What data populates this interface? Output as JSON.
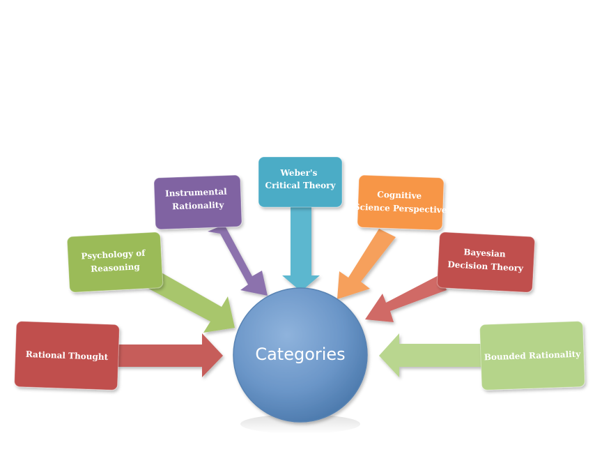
{
  "hub": {
    "label": "Categories",
    "color": "#5f8dc0"
  },
  "nodes": [
    {
      "id": "rational-thought",
      "lines": [
        "Rational Thought"
      ],
      "color": "#c0504d",
      "arrow_color": "#c65d5a"
    },
    {
      "id": "psychology-of-reasoning",
      "lines": [
        "Psychology of",
        "Reasoning"
      ],
      "color": "#9bbb59",
      "arrow_color": "#a8c66c"
    },
    {
      "id": "instrumental-rationality",
      "lines": [
        "Instrumental",
        "Rationality"
      ],
      "color": "#8064a2",
      "arrow_color": "#8c72ad"
    },
    {
      "id": "webers-critical-theory",
      "lines": [
        "Weber's",
        "Critical Theory"
      ],
      "color": "#4bacc6",
      "arrow_color": "#5bb7cf"
    },
    {
      "id": "cognitive-science-perspective",
      "lines": [
        "Cognitive",
        "Science Perspective"
      ],
      "color": "#f79646",
      "arrow_color": "#f6a05c"
    },
    {
      "id": "bayesian-decision-theory",
      "lines": [
        "Bayesian",
        "Decision Theory"
      ],
      "color": "#c0504d",
      "arrow_color": "#d06a66"
    },
    {
      "id": "bounded-rationality",
      "lines": [
        "Bounded Rationality"
      ],
      "color": "#b5d48a",
      "arrow_color": "#b9d68f"
    }
  ]
}
